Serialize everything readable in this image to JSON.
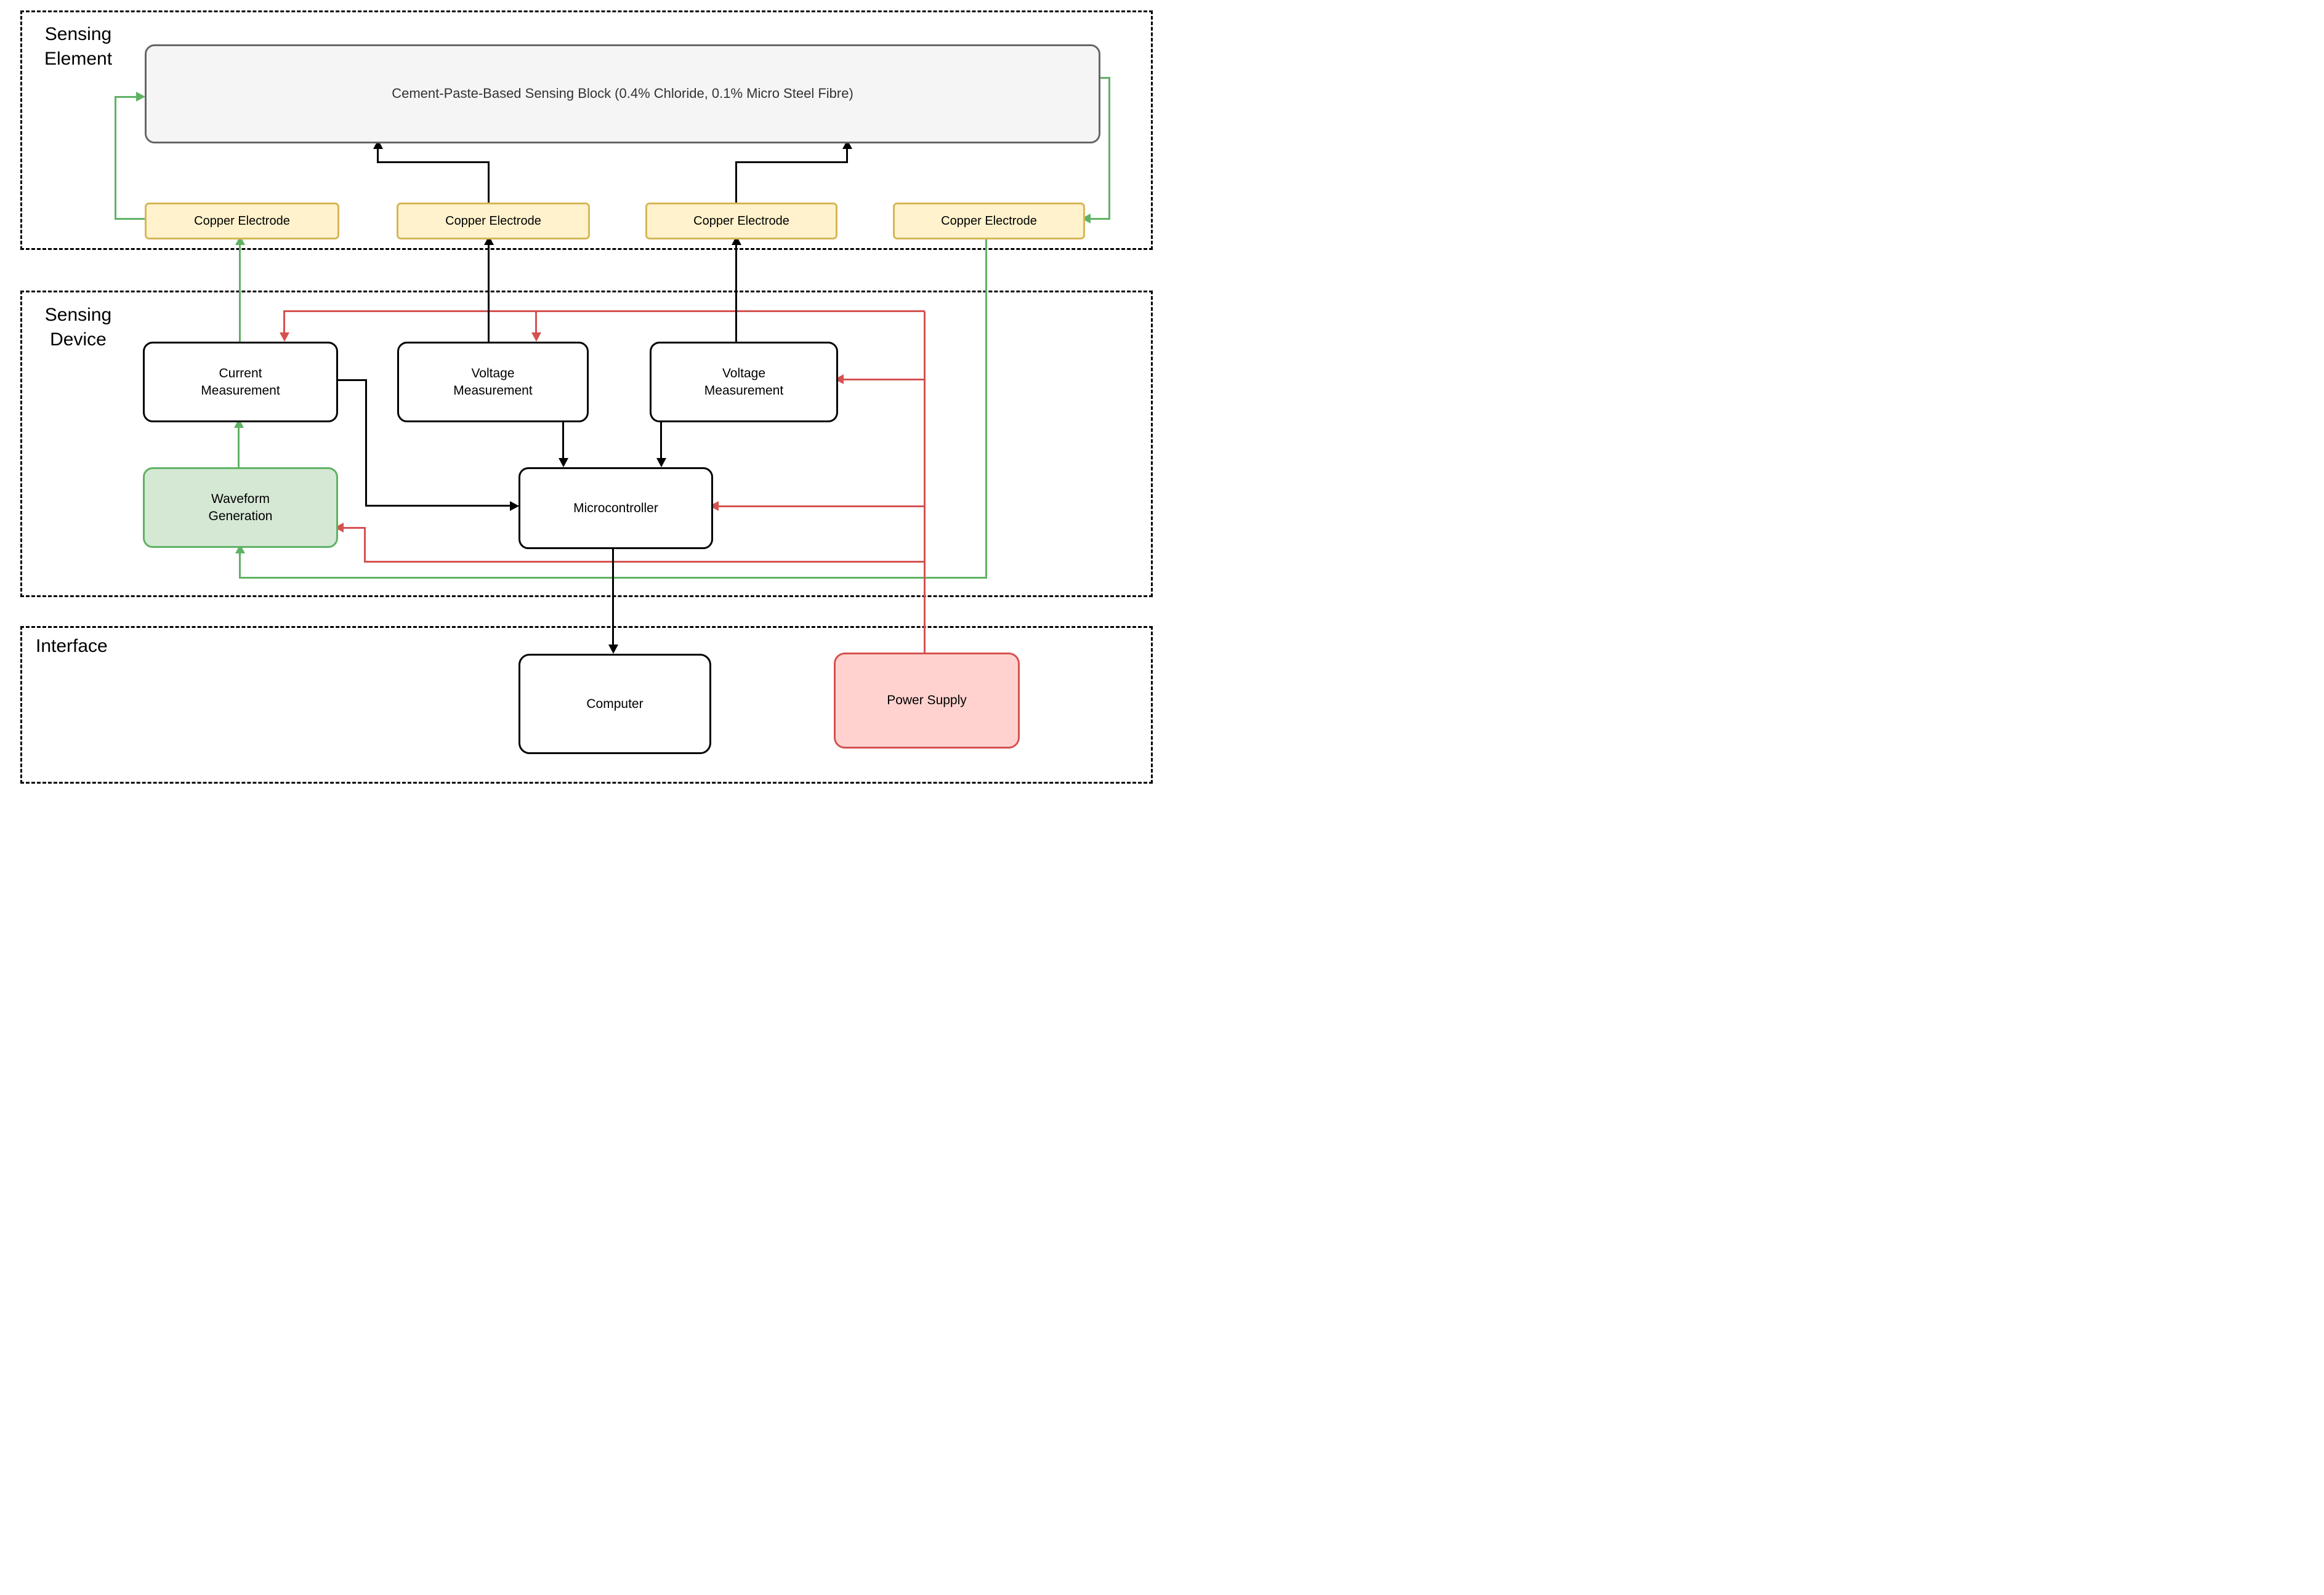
{
  "sections": {
    "sensing_element": {
      "label": "Sensing\nElement"
    },
    "sensing_device": {
      "label": "Sensing\nDevice"
    },
    "interface": {
      "label": "Interface"
    }
  },
  "nodes": {
    "sensing_block": {
      "label": "Cement-Paste-Based Sensing Block (0.4% Chloride, 0.1% Micro Steel Fibre)"
    },
    "electrodes": [
      {
        "label": "Copper Electrode"
      },
      {
        "label": "Copper Electrode"
      },
      {
        "label": "Copper Electrode"
      },
      {
        "label": "Copper Electrode"
      }
    ],
    "current_measurement": {
      "label": "Current Measurement"
    },
    "voltage_measurement_1": {
      "label": "Voltage Measurement"
    },
    "voltage_measurement_2": {
      "label": "Voltage Measurement"
    },
    "waveform_generation": {
      "label": "Waveform Generation"
    },
    "microcontroller": {
      "label": "Microcontroller"
    },
    "computer": {
      "label": "Computer"
    },
    "power_supply": {
      "label": "Power Supply"
    }
  },
  "colors": {
    "signal_green": "#5FB264",
    "power_red": "#D45250",
    "line_black": "#000000",
    "electrode_fill": "#FFF2CC",
    "electrode_border": "#D6B656",
    "waveform_fill": "#D5E8D4",
    "power_fill": "#FFD2CF",
    "block_fill": "#F5F5F5",
    "block_border": "#666666"
  },
  "connections": [
    {
      "from": "waveform_generation",
      "to": "current_measurement",
      "color": "green"
    },
    {
      "from": "current_measurement",
      "to": "electrode_1",
      "color": "green"
    },
    {
      "from": "electrode_1",
      "to": "sensing_block",
      "color": "green"
    },
    {
      "from": "sensing_block",
      "to": "electrode_4",
      "color": "green"
    },
    {
      "from": "electrode_4",
      "to": "waveform_generation",
      "color": "green"
    },
    {
      "from": "electrode_2",
      "to": "sensing_block",
      "color": "black"
    },
    {
      "from": "electrode_3",
      "to": "sensing_block",
      "color": "black"
    },
    {
      "from": "voltage_measurement_1",
      "to": "electrode_2",
      "color": "black"
    },
    {
      "from": "voltage_measurement_2",
      "to": "electrode_3",
      "color": "black"
    },
    {
      "from": "voltage_measurement_1",
      "to": "microcontroller",
      "color": "black"
    },
    {
      "from": "voltage_measurement_2",
      "to": "microcontroller",
      "color": "black"
    },
    {
      "from": "current_measurement",
      "to": "microcontroller",
      "color": "black"
    },
    {
      "from": "microcontroller",
      "to": "computer",
      "color": "black"
    },
    {
      "from": "power_supply",
      "to": "current_measurement",
      "color": "red"
    },
    {
      "from": "power_supply",
      "to": "voltage_measurement_1",
      "color": "red"
    },
    {
      "from": "power_supply",
      "to": "voltage_measurement_2",
      "color": "red"
    },
    {
      "from": "power_supply",
      "to": "microcontroller",
      "color": "red"
    },
    {
      "from": "power_supply",
      "to": "waveform_generation",
      "color": "red"
    }
  ]
}
